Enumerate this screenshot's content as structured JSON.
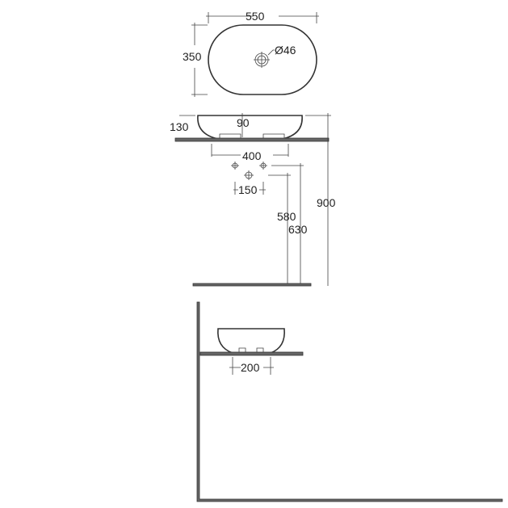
{
  "dimensions": {
    "width": "550",
    "depth": "350",
    "tap_hole": "Ø46",
    "height": "130",
    "waste_offset": "90",
    "base_width": "400",
    "tap_spacing": "150",
    "tap_height_1": "580",
    "tap_height_2": "630",
    "counter_height": "900",
    "base_depth": "200"
  },
  "colors": {
    "line": "#333333",
    "slab": "#666666"
  }
}
